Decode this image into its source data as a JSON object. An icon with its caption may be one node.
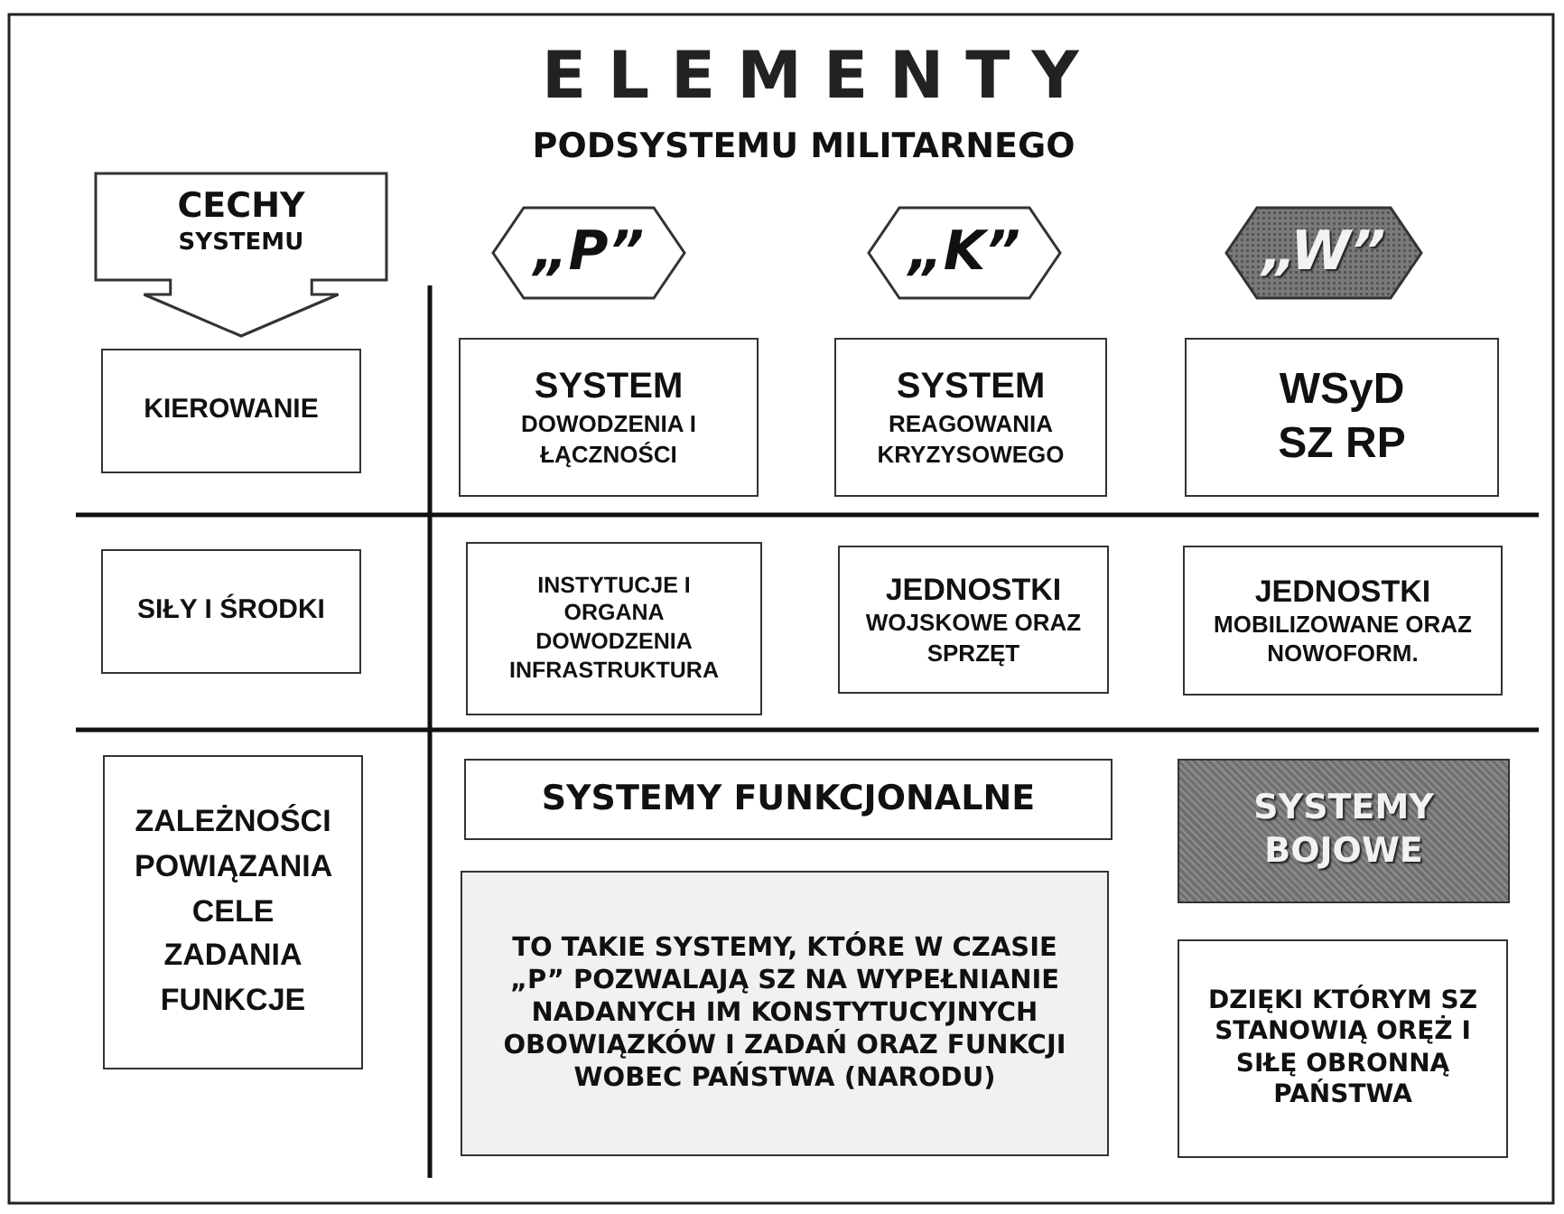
{
  "diagram": {
    "title": "ELEMENTY",
    "nodes": [
      {
        "text": [
          "CECHY",
          "SYSTEMU"
        ]
      },
      {
        "text": [
          "„P”"
        ]
      },
      {
        "text": [
          "„K”"
        ]
      },
      {
        "text": [
          "„W”"
        ]
      },
      {
        "text": [
          "KIEROWANIE"
        ]
      },
      {
        "text": [
          "SYSTEM",
          "DOWODZENIA I ŁĄCZNOŚCI"
        ]
      },
      {
        "text": [
          "SYSTEM",
          "REAGOWANIA KRYZYSOWEGO"
        ]
      },
      {
        "text": [
          "WSyD SZ RP"
        ]
      },
      {
        "text": [
          "SIŁY I ŚRODKI"
        ]
      },
      {
        "text": [
          "INSTYTUCJE I ORGANA DOWODZENIA INFRASTRUKTURA"
        ]
      },
      {
        "text": [
          "JEDNOSTKI",
          "WOJSKOWE ORAZ SPRZĘT"
        ]
      },
      {
        "text": [
          "JEDNOSTKI",
          "MOBILIZOWANE ORAZ NOWOFORM."
        ]
      },
      {
        "text": [
          "ZALEŻNOŚCI POWIĄZANIA CELE ZADANIA FUNKCJE"
        ]
      },
      {
        "text": [
          "SYSTEMY FUNKCJONALNE"
        ]
      },
      {
        "text": [
          "TO TAKIE SYSTEMY, KTÓRE W CZASIE „P” POZWALAJĄ SZ NA WYPEŁNIANIE NADANYCH IM KONSTYTUCYJNYCH OBOWIĄZKÓW I ZADAŃ ORAZ FUNKCJI WOBEC PAŃSTWA (NARODU)"
        ]
      },
      {
        "text": [
          "SYSTEMY BOJOWE"
        ]
      },
      {
        "text": [
          "DZIĘKI KTÓRYM SZ STANOWIĄ ORĘŻ I SIŁĘ OBRONNĄ PAŃSTWA"
        ]
      }
    ],
    "edges": [],
    "labels": [
      "PODSYSTEMU MILITARNEGO"
    ]
  }
}
